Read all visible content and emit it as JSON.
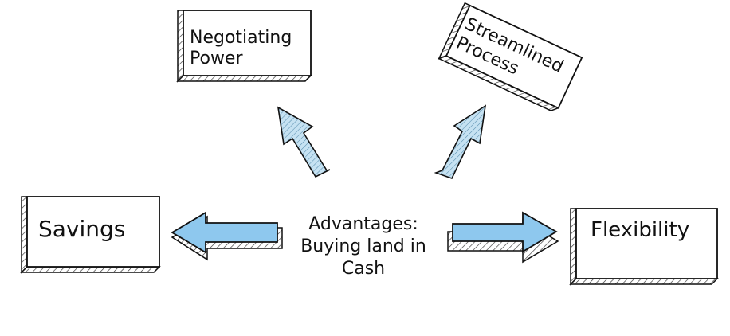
{
  "center": {
    "line1": "Advantages:",
    "line2": "Buying land in",
    "line3": "Cash"
  },
  "nodes": {
    "negotiating_power": {
      "line1": "Negotiating",
      "line2": "Power"
    },
    "streamlined_process": {
      "line1": "Streamlined",
      "line2": "Process"
    },
    "savings": {
      "label": "Savings"
    },
    "flexibility": {
      "label": "Flexibility"
    }
  },
  "colors": {
    "box_fill": "#ffffff",
    "stroke": "#111111",
    "horizontal_arrow_fill": "#8ec8ee",
    "diagonal_arrow_fill": "#c6e2f2",
    "hatch": "#333333"
  },
  "icons": {
    "arrows": [
      "arrow-left-icon",
      "arrow-right-icon",
      "arrow-up-left-icon",
      "arrow-up-right-icon"
    ]
  }
}
